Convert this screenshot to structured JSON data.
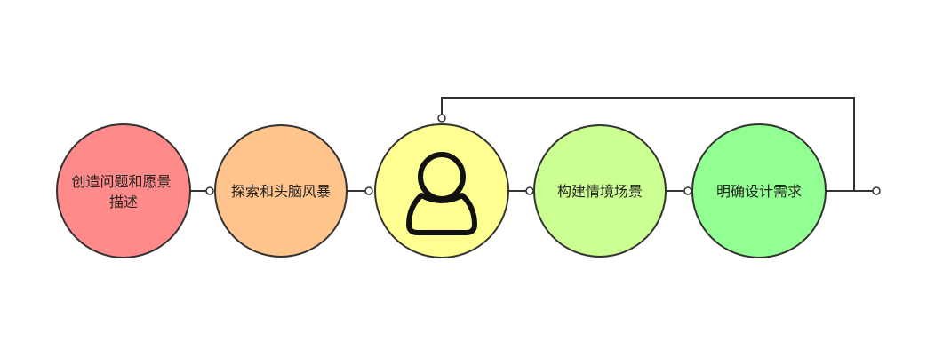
{
  "diagram": {
    "nodes": [
      {
        "id": "step1",
        "lines": [
          "创造问题和愿景",
          "描述"
        ],
        "color": "#ff8a8a"
      },
      {
        "id": "step2",
        "lines": [
          "探索和头脑风暴"
        ],
        "color": "#ffc48c"
      },
      {
        "id": "step3",
        "lines": [],
        "icon": "user-icon",
        "color": "#ffff91"
      },
      {
        "id": "step4",
        "lines": [
          "构建情境场景"
        ],
        "color": "#ccff91"
      },
      {
        "id": "step5",
        "lines": [
          "明确设计需求"
        ],
        "color": "#91ff91"
      }
    ],
    "stroke_color": "#333333"
  }
}
